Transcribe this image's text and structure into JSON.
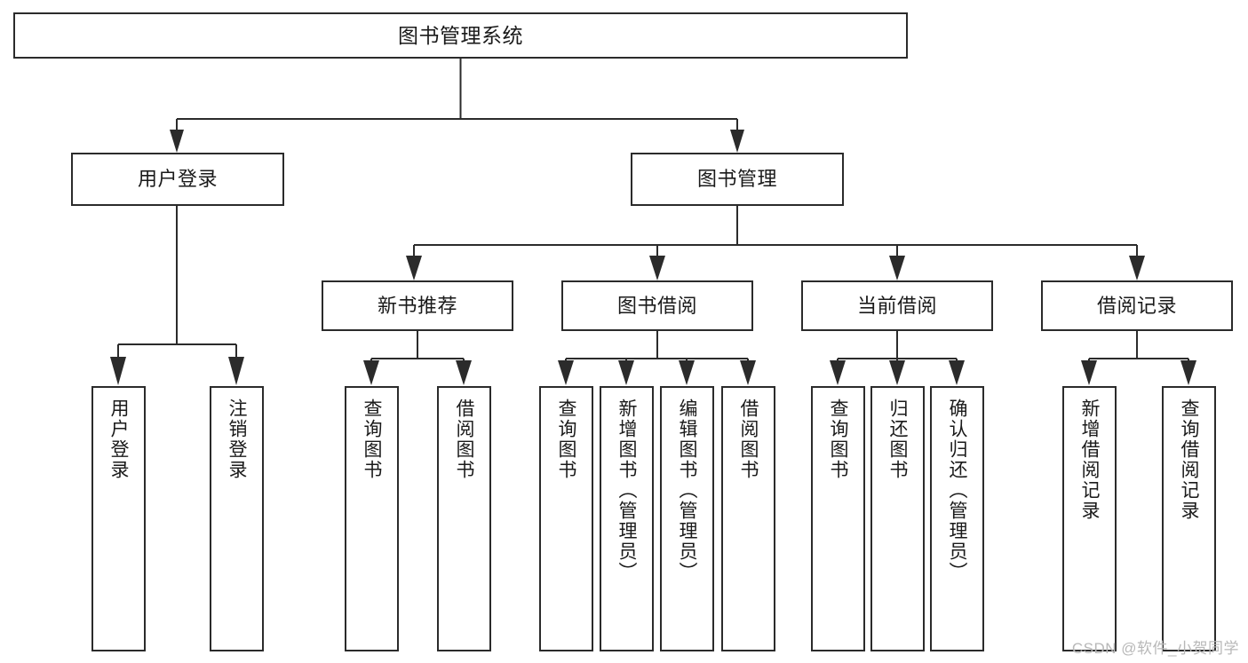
{
  "diagram": {
    "title": "图书管理系统",
    "type": "tree",
    "watermark": "CSDN @软件_小贺同学",
    "colors": {
      "stroke": "#2b2b2b",
      "fill": "#ffffff",
      "text": "#1a1a1a",
      "watermark": "#b8b8b8"
    },
    "root": {
      "label": "图书管理系统"
    },
    "level2": [
      {
        "label": "用户登录"
      },
      {
        "label": "图书管理"
      }
    ],
    "level3": [
      {
        "label": "新书推荐"
      },
      {
        "label": "图书借阅"
      },
      {
        "label": "当前借阅"
      },
      {
        "label": "借阅记录"
      }
    ],
    "leaves": {
      "user_login": [
        {
          "label": "用户登录"
        },
        {
          "label": "注销登录"
        }
      ],
      "new_book": [
        {
          "label": "查询图书"
        },
        {
          "label": "借阅图书"
        }
      ],
      "book_borrow": [
        {
          "label": "查询图书"
        },
        {
          "label": "新增图书（管理员）"
        },
        {
          "label": "编辑图书（管理员）"
        },
        {
          "label": "借阅图书"
        }
      ],
      "current_borrow": [
        {
          "label": "查询图书"
        },
        {
          "label": "归还图书"
        },
        {
          "label": "确认归还（管理员）"
        }
      ],
      "borrow_record": [
        {
          "label": "新增借阅记录"
        },
        {
          "label": "查询借阅记录"
        }
      ]
    }
  }
}
